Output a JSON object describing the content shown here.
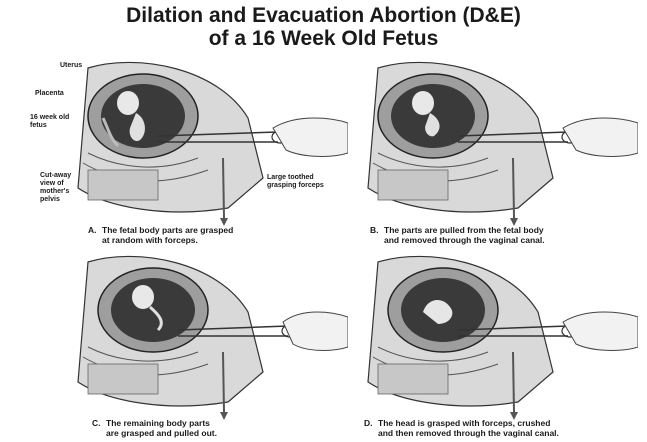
{
  "title": {
    "line1": "Dilation and Evacuation Abortion (D&E)",
    "line2": "of a 16 Week Old Fetus"
  },
  "labels": {
    "uterus": "Uterus",
    "placenta": "Placenta",
    "fetus_line1": "16 week old",
    "fetus_line2": "fetus",
    "cutaway_line1": "Cut-away",
    "cutaway_line2": "view of",
    "cutaway_line3": "mother's",
    "cutaway_line4": "pelvis",
    "forceps_line1": "Large toothed",
    "forceps_line2": "grasping forceps"
  },
  "panels": [
    {
      "letter": "A.",
      "line1": "The fetal body parts are grasped",
      "line2": "at random with forceps."
    },
    {
      "letter": "B.",
      "line1": "The parts are pulled from the fetal body",
      "line2": "and removed through the vaginal canal."
    },
    {
      "letter": "C.",
      "line1": "The remaining body parts",
      "line2": "are grasped and pulled out."
    },
    {
      "letter": "D.",
      "line1": "The head is grasped with forceps, crushed",
      "line2": "and then removed through the vaginal canal."
    }
  ]
}
